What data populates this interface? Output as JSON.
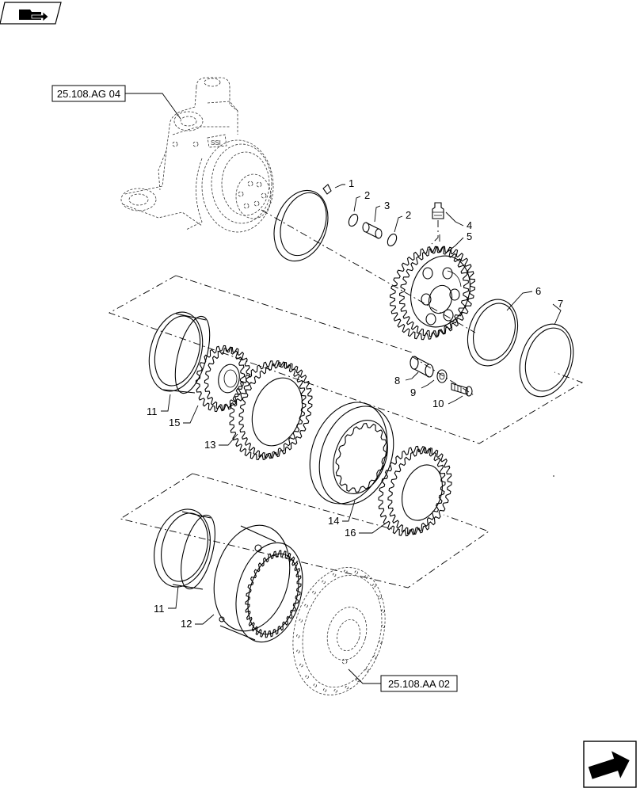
{
  "navigation": {
    "top_icon": "folder-arrow-icon",
    "bottom_icon": "next-page-arrow-icon"
  },
  "references": {
    "top": "25.108.AG 04",
    "bottom": "25.108.AA 02"
  },
  "callouts": {
    "c1": "1",
    "c2a": "2",
    "c3": "3",
    "c2b": "2",
    "c4": "4",
    "c5": "5",
    "c6": "6",
    "c7": "7",
    "c8": "8",
    "c9": "9",
    "c10": "10",
    "c11a": "11",
    "c15": "15",
    "c13": "13",
    "c14": "14",
    "c16": "16",
    "c11b": "11",
    "c12": "12"
  },
  "knuckle_marking": "SSI"
}
